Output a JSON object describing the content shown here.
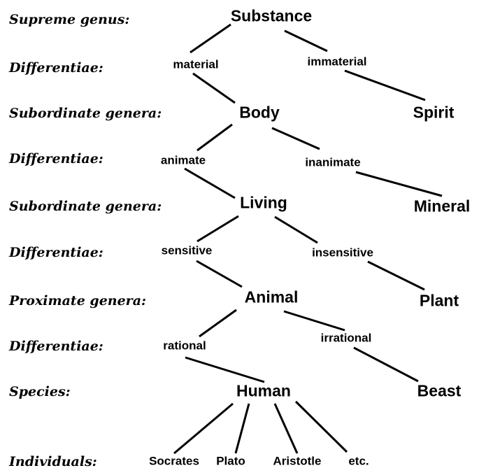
{
  "level_labels": {
    "supreme_genus": "Supreme genus:",
    "differentiae_1": "Differentiae:",
    "subordinate_genera_1": "Subordinate genera:",
    "differentiae_2": "Differentiae:",
    "subordinate_genera_2": "Subordinate genera:",
    "differentiae_3": "Differentiae:",
    "proximate_genera": "Proximate genera:",
    "differentiae_4": "Differentiae:",
    "species": "Species:",
    "individuals": "Individuals:"
  },
  "nodes": {
    "substance": "Substance",
    "material": "material",
    "immaterial": "immaterial",
    "body": "Body",
    "spirit": "Spirit",
    "animate": "animate",
    "inanimate": "inanimate",
    "living": "Living",
    "mineral": "Mineral",
    "sensitive": "sensitive",
    "insensitive": "insensitive",
    "animal": "Animal",
    "plant": "Plant",
    "rational": "rational",
    "irrational": "irrational",
    "human": "Human",
    "beast": "Beast",
    "socrates": "Socrates",
    "plato": "Plato",
    "aristotle": "Aristotle",
    "etc": "etc."
  },
  "edges": [
    [
      "substance",
      "material"
    ],
    [
      "substance",
      "immaterial"
    ],
    [
      "material",
      "body"
    ],
    [
      "immaterial",
      "spirit"
    ],
    [
      "body",
      "animate"
    ],
    [
      "body",
      "inanimate"
    ],
    [
      "animate",
      "living"
    ],
    [
      "inanimate",
      "mineral"
    ],
    [
      "living",
      "sensitive"
    ],
    [
      "living",
      "insensitive"
    ],
    [
      "sensitive",
      "animal"
    ],
    [
      "insensitive",
      "plant"
    ],
    [
      "animal",
      "rational"
    ],
    [
      "animal",
      "irrational"
    ],
    [
      "rational",
      "human"
    ],
    [
      "irrational",
      "beast"
    ],
    [
      "human",
      "socrates"
    ],
    [
      "human",
      "plato"
    ],
    [
      "human",
      "aristotle"
    ],
    [
      "human",
      "etc"
    ]
  ],
  "colors": {
    "text": "#000000",
    "lines": "#000000",
    "background": "#ffffff"
  }
}
